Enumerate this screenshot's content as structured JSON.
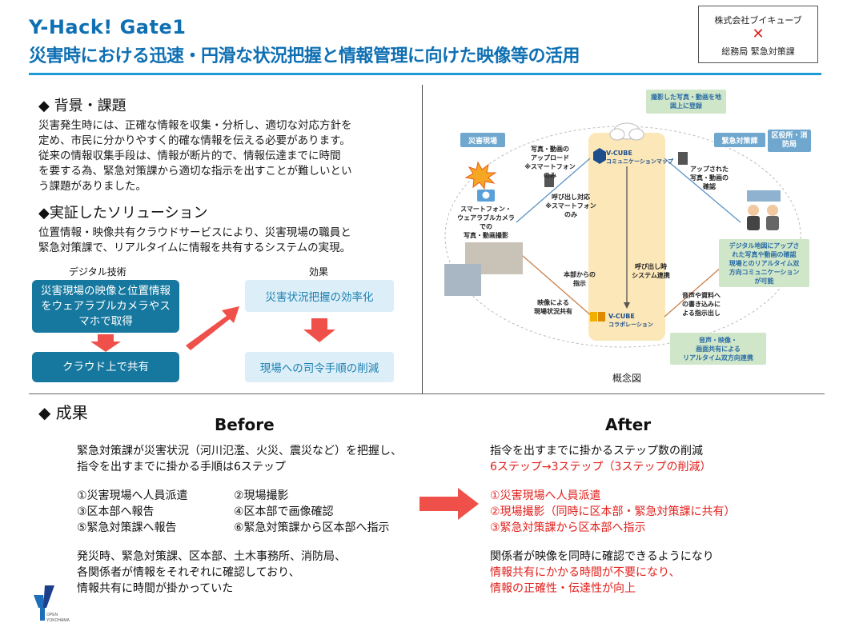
{
  "header": {
    "title_line1": "Y-Hack! Gate1",
    "title_line2": "災害時における迅速・円滑な状況把握と情報管理に向けた映像等の活用",
    "partner_company": "株式会社ブイキューブ",
    "partner_cross": "✕",
    "partner_dept": "総務局 緊急対策課"
  },
  "background": {
    "heading": "◆ 背景・課題",
    "lines": [
      "災害発生時には、正確な情報を収集・分析し、適切な対応方針を",
      "定め、市民に分かりやすく的確な情報を伝える必要があります。",
      "従来の情報収集手段は、情報が断片的で、情報伝達までに時間",
      "を要する為、緊急対策課から適切な指示を出すことが難しいとい",
      "う課題がありました。"
    ]
  },
  "solution": {
    "heading": "◆実証したソリューション",
    "lines": [
      "位置情報・映像共有クラウドサービスにより、災害現場の職員と",
      "緊急対策課で、リアルタイムに情報を共有するシステムの実現。"
    ],
    "tech_label": "デジタル技術",
    "effect_label": "効果",
    "tech_box1": "災害現場の映像と位置情報をウェアラブルカメラやスマホで取得",
    "tech_box2": "クラウド上で共有",
    "effect_box1": "災害状況把握の効率化",
    "effect_box2": "現場への司令手順の削減"
  },
  "diagram": {
    "caption": "概念図",
    "site_tag": "災害現場",
    "emergency_tag": "緊急対策課",
    "ward_tag": "区役所・消防局",
    "top_note": "撮影した写真・動画を地図上に登録",
    "vcube_map_line1": "V-CUBE",
    "vcube_map_line2": "コミュニケーションマップ",
    "vcube_collab_line1": "V-CUBE",
    "vcube_collab_line2": "コラボレーション",
    "upload_label": "写真・動画の\nアップロード\n※スマートフォン\nのみ",
    "call_response_label": "呼び出し対応\n※スマートフォン\nのみ",
    "camera_label": "スマートフォン・\nウェアラブルカメラ\nでの\n写真・動画撮影",
    "uploaded_check_label": "アップされた\n写真・動画の\n確認",
    "hq_instruction_label": "本部からの\n指示",
    "call_link_label": "呼び出し時\nシステム連携",
    "video_share_label": "映像による\n現場状況共有",
    "voice_label": "音声や資料へ\nの書き込みに\nよる指示出し",
    "right_note": "デジタル地図にアップさ\nれた写真や動画の確認\n現場とのリアルタイム双\n方向コミュニケーション\nが可能",
    "bottom_note": "音声・映像・\n画面共有による\nリアルタイム双方向連携"
  },
  "results": {
    "heading": "◆ 成果",
    "before": {
      "title": "Before",
      "intro": [
        "緊急対策課が災害状況（河川氾濫、火災、震災など）を把握し、",
        "指令を出すまでに掛かる手順は6ステップ"
      ],
      "steps_left": [
        "①災害現場へ人員派遣",
        "③区本部へ報告",
        "⑤緊急対策課へ報告"
      ],
      "steps_right": [
        "②現場撮影",
        "④区本部で画像確認",
        "⑥緊急対策課から区本部へ指示"
      ],
      "outro": [
        "発災時、緊急対策課、区本部、土木事務所、消防局、",
        "各関係者が情報をそれぞれに確認しており、",
        "情報共有に時間が掛かっていた"
      ]
    },
    "after": {
      "title": "After",
      "intro": "指令を出すまでに掛かるステップ数の削減",
      "intro_red": "6ステップ→3ステップ（3ステップの削減）",
      "steps": [
        "①災害現場へ人員派遣",
        "②現場撮影（同時に区本部・緊急対策課に共有）",
        "③緊急対策課から区本部へ指示"
      ],
      "outro": "関係者が映像を同時に確認できるようになり",
      "outro_red": [
        "情報共有にかかる時間が不要になり、",
        "情報の正確性・伝達性が向上"
      ]
    }
  },
  "logo": {
    "line1": "OPEN",
    "line2": "YOKOHAMA"
  },
  "colors": {
    "title_blue": "#0e6fb3",
    "box_blue": "#16789f",
    "light_blue": "#dceff8",
    "arrow_red": "#f0504a",
    "text_red": "#e0201c",
    "diagram_yellow": "#fbe7b8"
  }
}
